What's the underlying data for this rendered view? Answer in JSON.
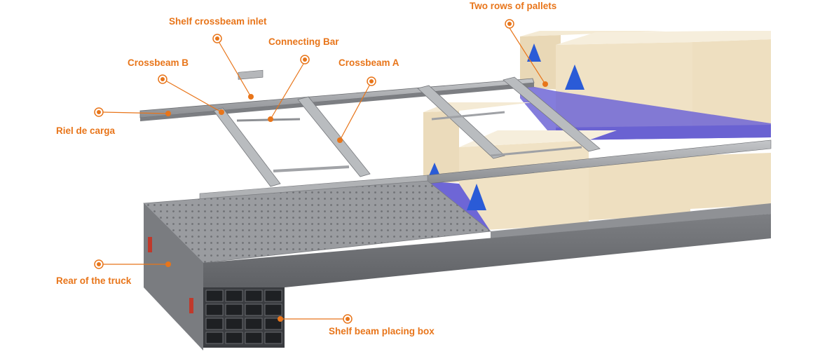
{
  "labels": {
    "two_rows_of_pallets": "Two rows of pallets",
    "shelf_crossbeam_inlet": "Shelf crossbeam inlet",
    "connecting_bar": "Connecting Bar",
    "crossbeam_b": "Crossbeam B",
    "crossbeam_a": "Crossbeam A",
    "riel_de_carga": "Riel de carga",
    "rear_of_the_truck": "Rear of the truck",
    "shelf_beam_placing_box": "Shelf beam placing box"
  },
  "colors": {
    "accent": "#E8751A",
    "platform_top": "#9A9CA0",
    "platform_side": "#6E7074",
    "rail": "#A9ACB0",
    "box_front": "#EFE0C2",
    "box_top": "#F5EBD6",
    "pallet_band": "#6E66D6",
    "reflector": "#C0392B"
  },
  "icons": {
    "callout_marker": "orange-ring-dot-icon",
    "box_logo": "blue-triangle-logo-icon"
  }
}
